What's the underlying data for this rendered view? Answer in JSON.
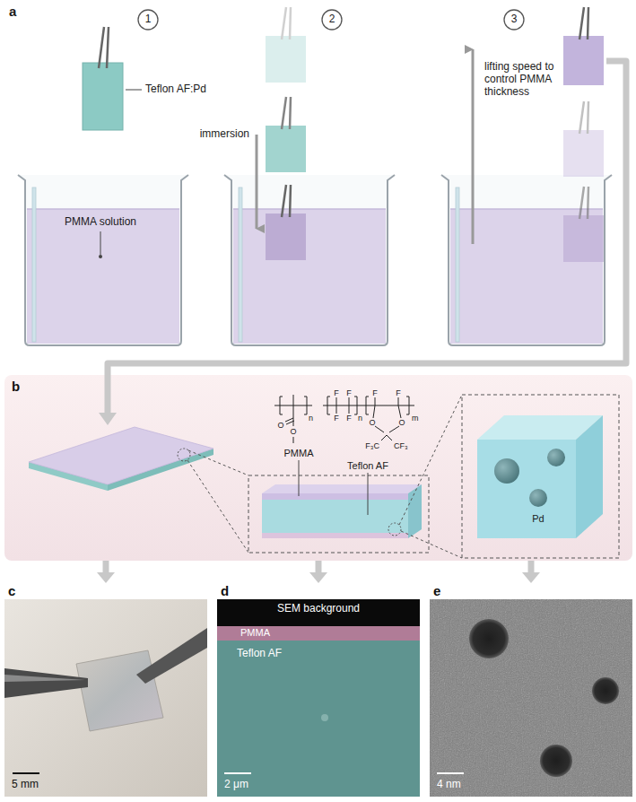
{
  "diagram": {
    "nodes": [
      {
        "text": [
          "b"
        ]
      },
      {
        "text": [
          "c",
          "5 mm"
        ]
      },
      {
        "text": [
          "d",
          "SEM background",
          "PMMA",
          "Teflon AF",
          "2 μm"
        ]
      },
      {
        "text": [
          "e",
          "4 nm"
        ]
      }
    ],
    "edges": [
      {
        "from": 0,
        "to": 1,
        "arrow": "to"
      },
      {
        "from": 0,
        "to": 2,
        "arrow": "to"
      },
      {
        "from": 0,
        "to": 3,
        "arrow": "to"
      }
    ],
    "labels": [
      "a",
      "1",
      "2",
      "3",
      "Teflon AF:Pd",
      "PMMA solution",
      "immersion",
      "lifting speed to control PMMA thickness",
      "PMMA",
      "Teflon AF",
      "Pd",
      "O",
      "O",
      "n",
      "F",
      "F",
      "F",
      "F",
      "n",
      "F",
      "F",
      "O",
      "O",
      "m",
      "F₃C",
      "CF₃"
    ]
  }
}
